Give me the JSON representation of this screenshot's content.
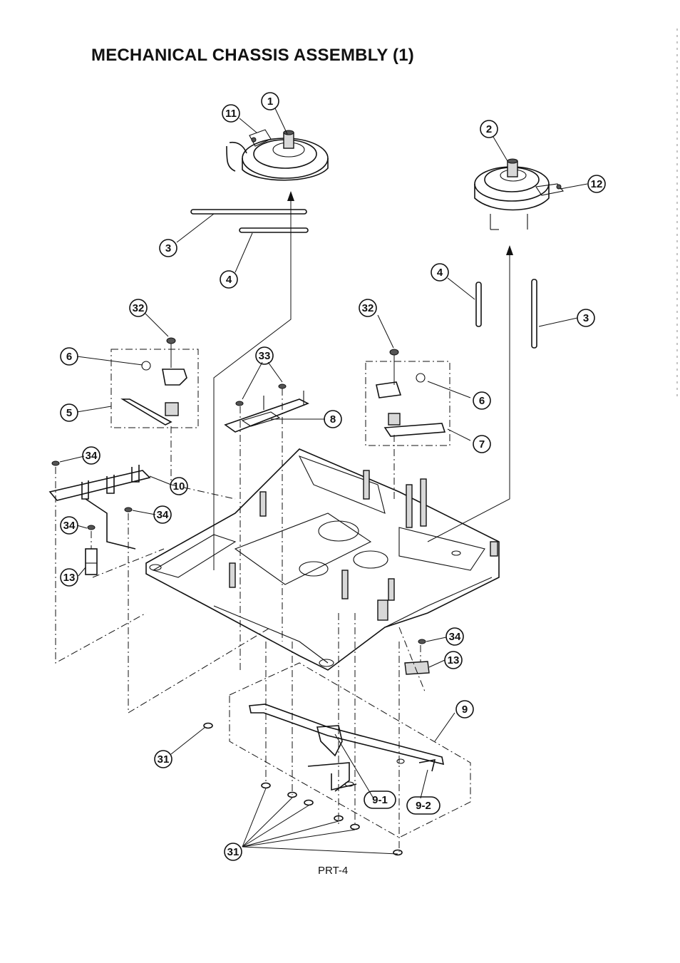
{
  "title": "MECHANICAL CHASSIS ASSEMBLY (1)",
  "page_number": "PRT-4",
  "callouts": [
    {
      "id": "c1",
      "text": "1"
    },
    {
      "id": "c2",
      "text": "2"
    },
    {
      "id": "c3a",
      "text": "3"
    },
    {
      "id": "c3b",
      "text": "3"
    },
    {
      "id": "c4a",
      "text": "4"
    },
    {
      "id": "c4b",
      "text": "4"
    },
    {
      "id": "c5",
      "text": "5"
    },
    {
      "id": "c6a",
      "text": "6"
    },
    {
      "id": "c6b",
      "text": "6"
    },
    {
      "id": "c7",
      "text": "7"
    },
    {
      "id": "c8",
      "text": "8"
    },
    {
      "id": "c9",
      "text": "9"
    },
    {
      "id": "c9_1",
      "text": "9-1"
    },
    {
      "id": "c9_2",
      "text": "9-2"
    },
    {
      "id": "c10",
      "text": "10"
    },
    {
      "id": "c11",
      "text": "11"
    },
    {
      "id": "c12",
      "text": "12"
    },
    {
      "id": "c13a",
      "text": "13"
    },
    {
      "id": "c13b",
      "text": "13"
    },
    {
      "id": "c31a",
      "text": "31"
    },
    {
      "id": "c31b",
      "text": "31"
    },
    {
      "id": "c32a",
      "text": "32"
    },
    {
      "id": "c32b",
      "text": "32"
    },
    {
      "id": "c33",
      "text": "33"
    },
    {
      "id": "c34a",
      "text": "34"
    },
    {
      "id": "c34b",
      "text": "34"
    },
    {
      "id": "c34c",
      "text": "34"
    },
    {
      "id": "c34d",
      "text": "34"
    }
  ]
}
